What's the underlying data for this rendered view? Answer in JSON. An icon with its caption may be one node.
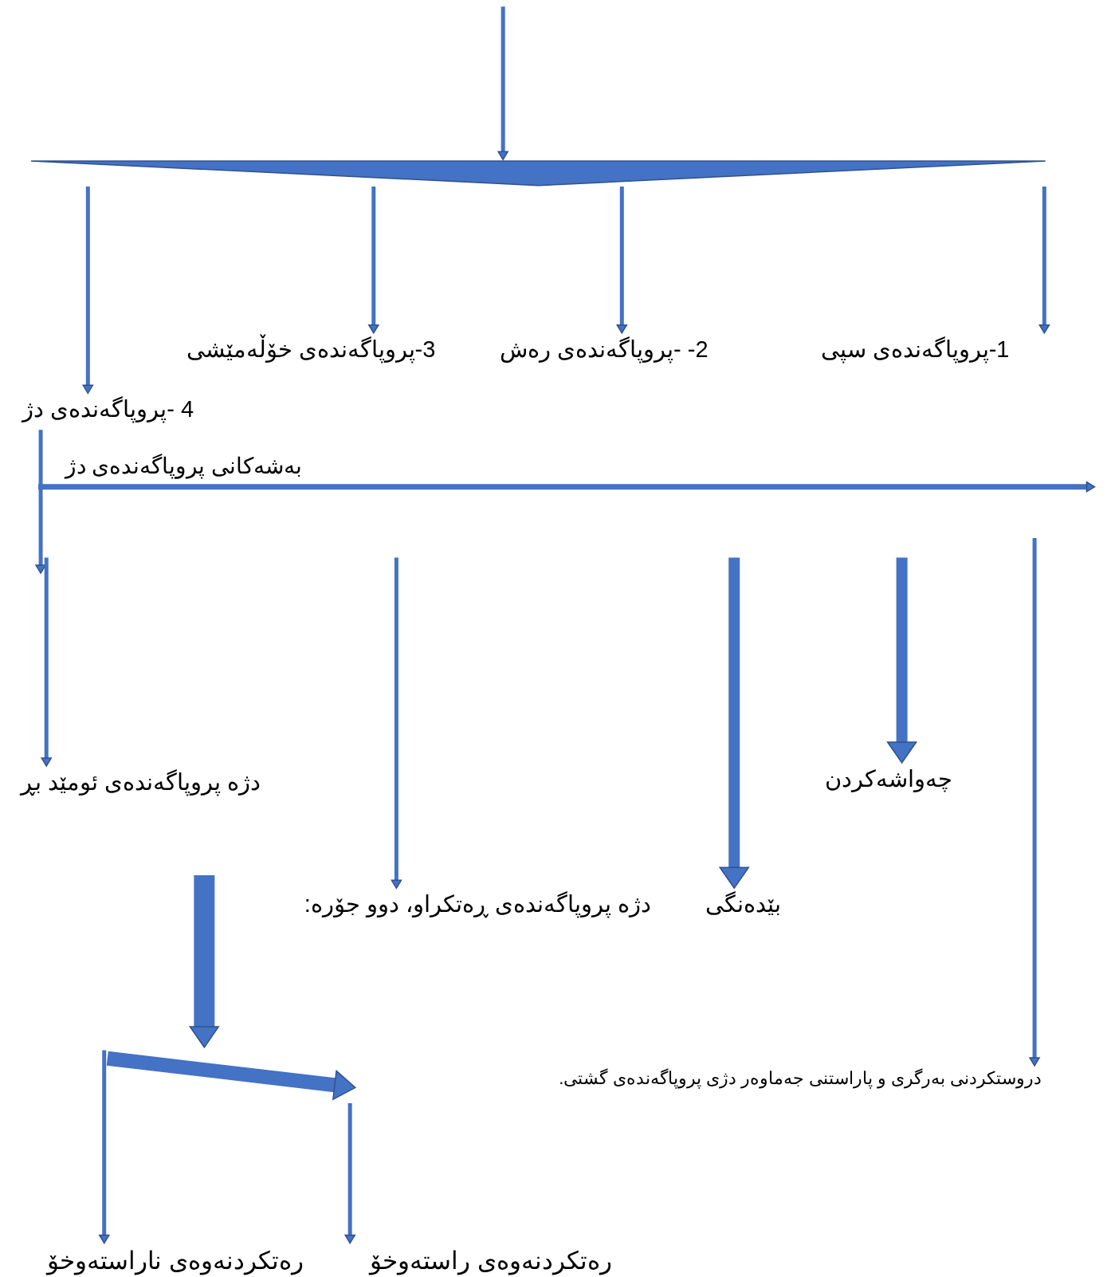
{
  "diagram": {
    "nodes": [
      {
        "text": [],
        "shape": "bar"
      },
      {
        "text": [
          "1-پروپاگەندەی سپی"
        ]
      },
      {
        "text": [
          "2- -پروپاگەندەی رەش"
        ]
      },
      {
        "text": [
          "3-پروپاگەندەی خۆڵەمێشی"
        ]
      },
      {
        "text": [
          "4 -پروپاگەندەی دژ"
        ]
      },
      {
        "text": [
          "دژە پروپاگەندەی ئومێد بڕ"
        ]
      },
      {
        "text": [
          "چەواشەکردن"
        ]
      },
      {
        "text": [
          "دژە پروپاگەندەی ڕەتکراو، دوو جۆرە:"
        ]
      },
      {
        "text": [
          "بێدەنگی"
        ]
      },
      {
        "text": [
          "دروستکردنی بەرگری و پاراستنی جەماوەر دژی پروپاگەندەی گشتی."
        ]
      },
      {
        "text": [
          "رەتکردنەوەی ناراستەوخۆ"
        ]
      },
      {
        "text": [
          "رەتکردنەوەی راستەوخۆ"
        ]
      }
    ],
    "edges": [
      {
        "from": null,
        "to": 0,
        "arrow": "to"
      },
      {
        "from": 0,
        "to": 1,
        "arrow": "to"
      },
      {
        "from": 0,
        "to": 2,
        "arrow": "to"
      },
      {
        "from": 0,
        "to": 3,
        "arrow": "to"
      },
      {
        "from": 0,
        "to": 4,
        "arrow": "to"
      },
      {
        "from": 4,
        "to": null,
        "arrow": "to"
      },
      {
        "from": null,
        "to": 5,
        "arrow": "to"
      },
      {
        "from": null,
        "to": 7,
        "arrow": "to"
      },
      {
        "from": null,
        "to": 8,
        "arrow": "to",
        "style": "thick"
      },
      {
        "from": null,
        "to": 6,
        "arrow": "to",
        "style": "thick"
      },
      {
        "from": null,
        "to": 9,
        "arrow": "to"
      },
      {
        "from": null,
        "to": 10,
        "arrow": "to"
      },
      {
        "from": null,
        "to": 11,
        "arrow": "to"
      }
    ],
    "labels": [
      "بەشەکانی پروپاگەندەی دژ"
    ]
  }
}
